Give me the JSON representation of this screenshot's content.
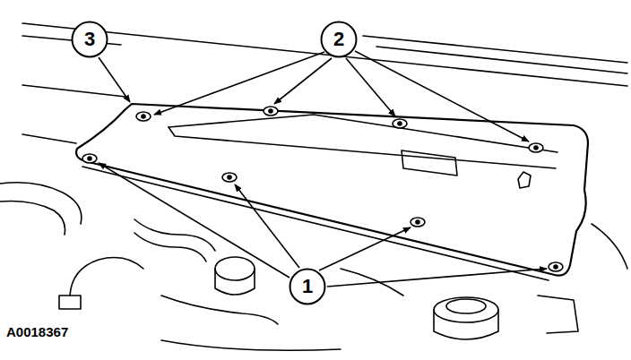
{
  "diagram": {
    "nodes": [
      {
        "text": [
          "3"
        ]
      },
      {
        "text": [
          "2"
        ]
      },
      {
        "text": [
          "1"
        ]
      }
    ],
    "labels": [
      "A0018367"
    ]
  }
}
